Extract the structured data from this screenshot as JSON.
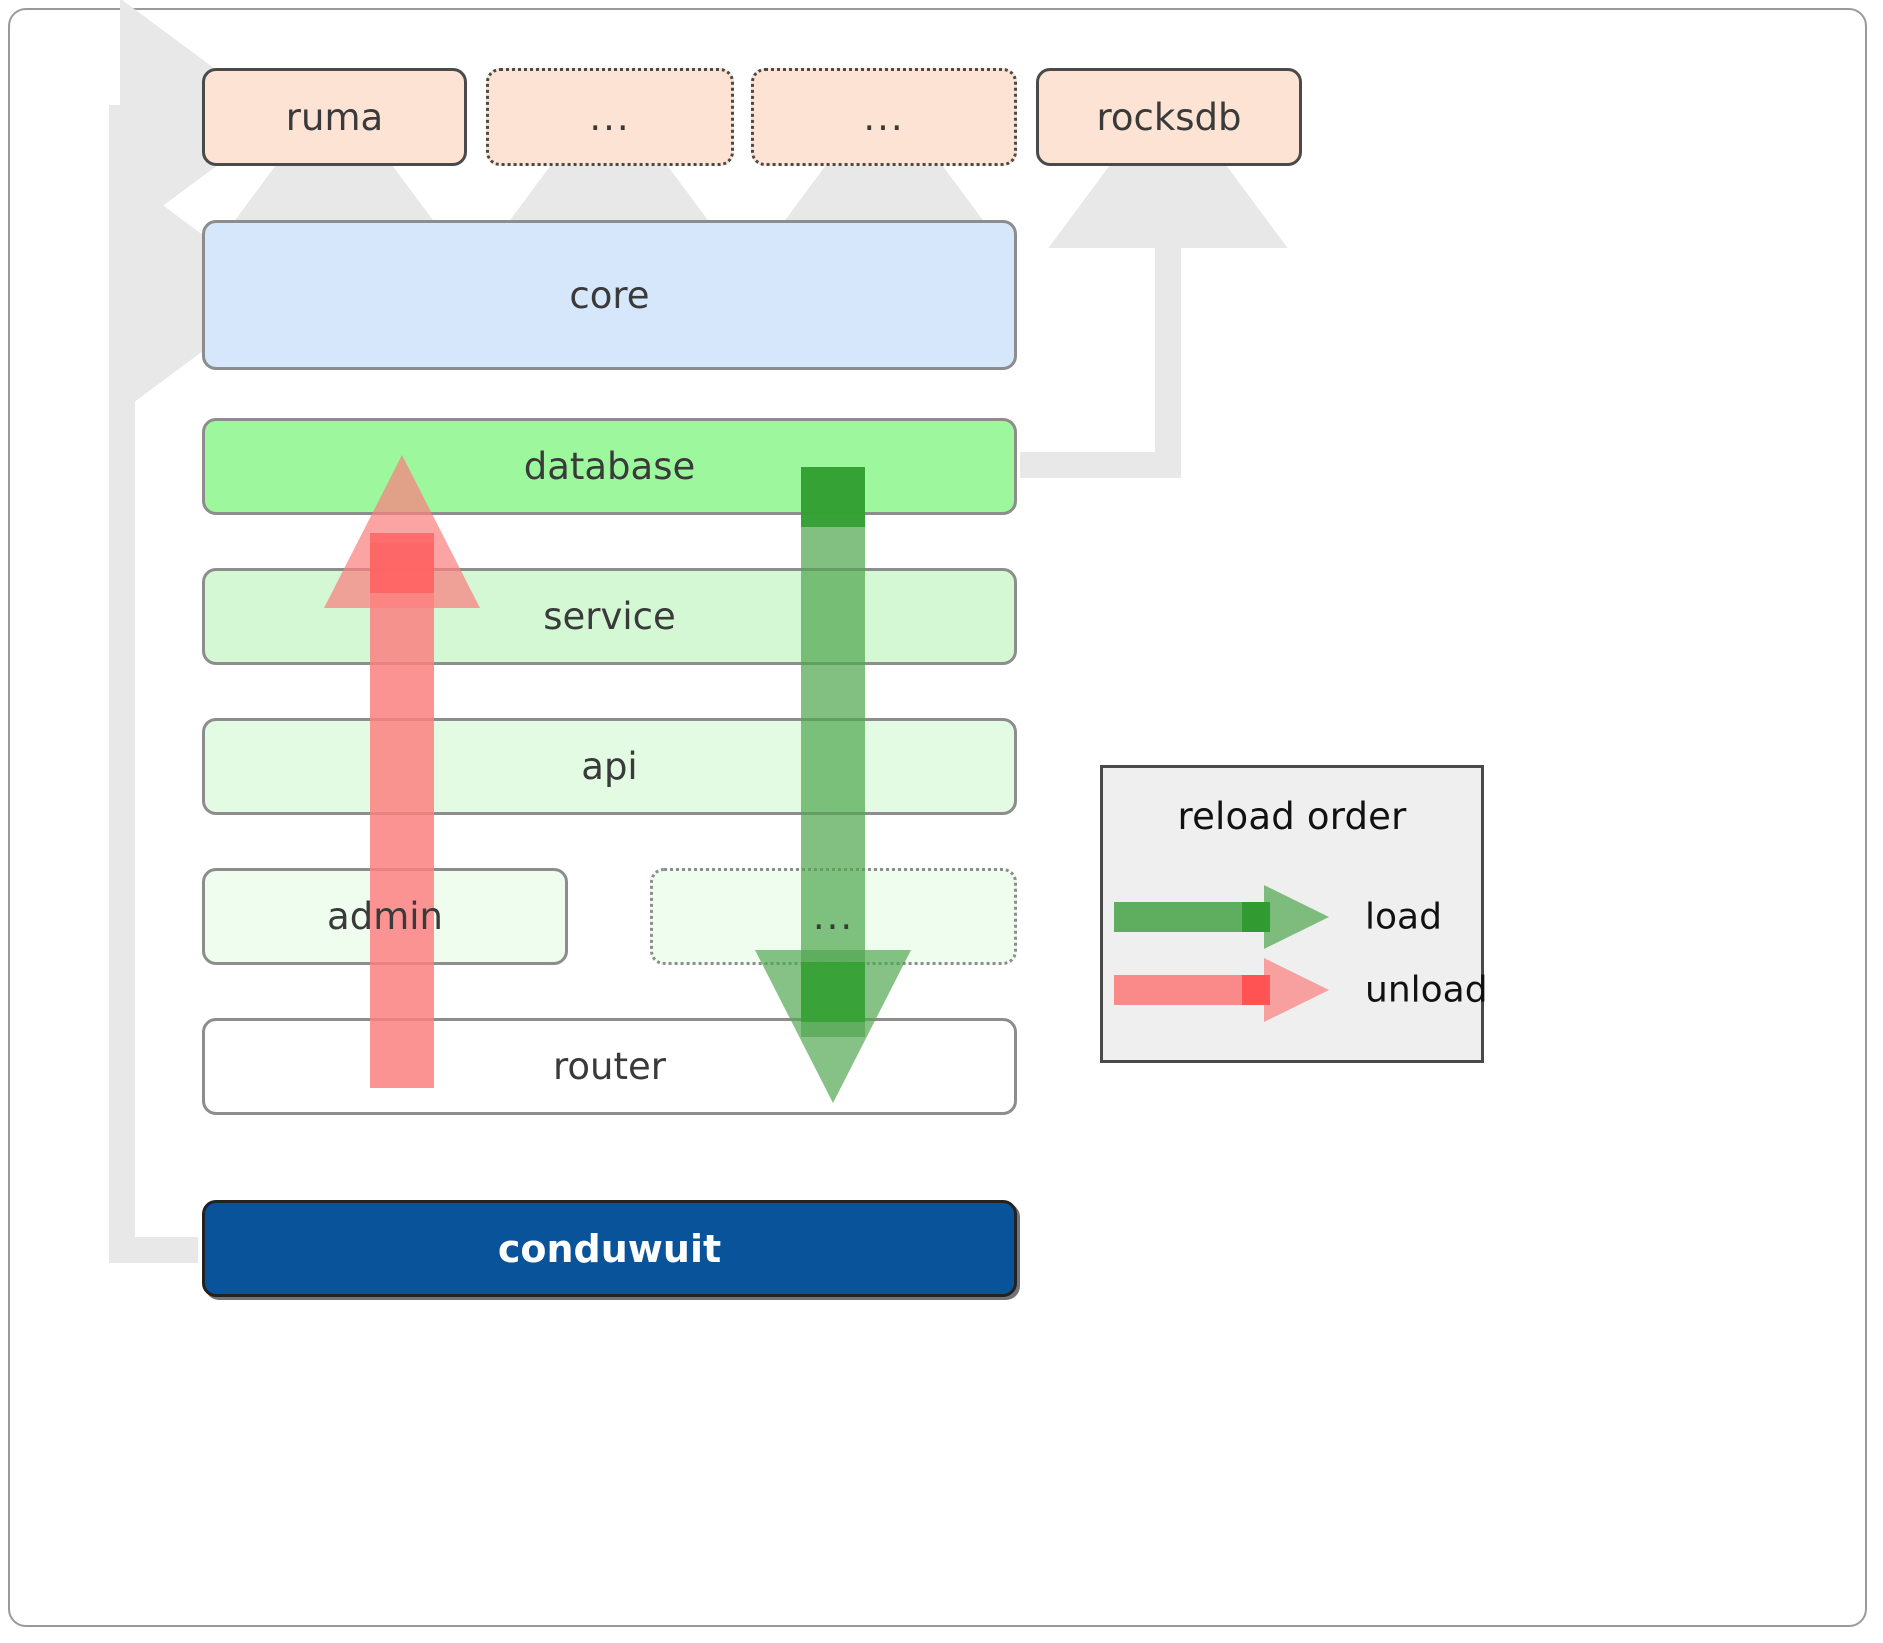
{
  "diagram": {
    "title": "conduwuit crate architecture / reload order",
    "dependencies": [
      {
        "label": "ruma",
        "style": "solid"
      },
      {
        "label": "...",
        "style": "dotted"
      },
      {
        "label": "...",
        "style": "dotted"
      },
      {
        "label": "rocksdb",
        "style": "solid"
      }
    ],
    "layers": [
      {
        "label": "core",
        "style": "solid"
      },
      {
        "label": "database",
        "style": "solid"
      },
      {
        "label": "service",
        "style": "solid"
      },
      {
        "label": "api",
        "style": "solid"
      },
      {
        "label": "admin",
        "style": "solid"
      },
      {
        "label": "...",
        "style": "dotted"
      },
      {
        "label": "router",
        "style": "solid"
      }
    ],
    "application": {
      "label": "conduwuit"
    },
    "legend": {
      "title": "reload order",
      "items": [
        {
          "label": "load",
          "color": "#52A752",
          "direction": "down"
        },
        {
          "label": "unload",
          "color": "#FB8080",
          "direction": "up"
        }
      ]
    },
    "colors": {
      "dependency_fill": "#FCE3D3",
      "core_fill": "#D6E6FB",
      "database_fill": "#9DF79D",
      "service_fill": "#D4F8D4",
      "api_fill": "#E3FAE3",
      "admin_fill": "#EFFDEF",
      "router_fill": "#FFFFFF",
      "application_fill": "#09539B",
      "load_arrow": "#52A752",
      "unload_arrow": "#FB8080",
      "connector": "#E8E8E8",
      "legend_fill": "#EFEFEF"
    }
  }
}
